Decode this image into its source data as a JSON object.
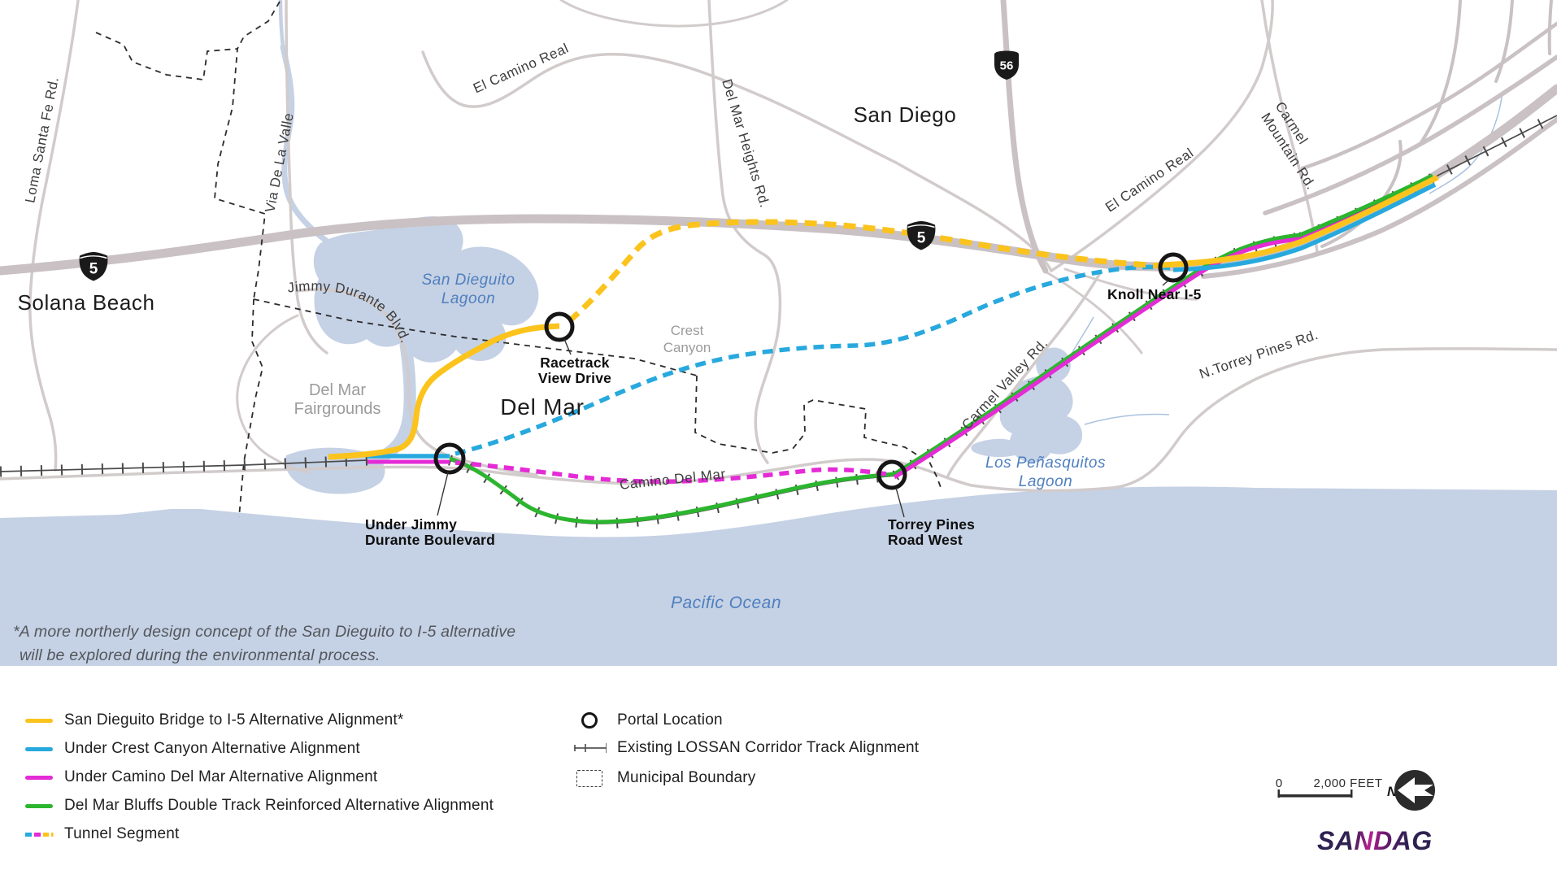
{
  "map": {
    "cities": {
      "solana_beach": "Solana Beach",
      "san_diego": "San Diego",
      "del_mar": "Del Mar"
    },
    "places": {
      "fairgrounds_line1": "Del Mar",
      "fairgrounds_line2": "Fairgrounds",
      "crest_canyon_line1": "Crest",
      "crest_canyon_line2": "Canyon"
    },
    "water": {
      "san_dieguito_line1": "San Dieguito",
      "san_dieguito_line2": "Lagoon",
      "penasquitos_line1": "Los Peñasquitos",
      "penasquitos_line2": "Lagoon",
      "pacific_ocean": "Pacific Ocean"
    },
    "roads": {
      "loma_santa_fe": "Loma Santa Fe Rd.",
      "via_de_la_valle": "Via De La Valle",
      "el_camino_real_west": "El Camino Real",
      "del_mar_heights": "Del Mar Heights Rd.",
      "jimmy_durante": "Jimmy Durante Blvd.",
      "camino_del_mar": "Camino Del Mar",
      "carmel_valley": "Carmel Valley Rd.",
      "n_torrey_pines": "N.Torrey Pines Rd.",
      "carmel_mountain_line1": "Carmel",
      "carmel_mountain_line2": "Mountain Rd.",
      "el_camino_real_east": "El Camino Real"
    },
    "shields": {
      "interstate_5": "5",
      "state_56": "56"
    },
    "portals": {
      "racetrack_line1": "Racetrack",
      "racetrack_line2": "View Drive",
      "jimmy_line1": "Under Jimmy",
      "jimmy_line2": "Durante Boulevard",
      "torrey_line1": "Torrey Pines",
      "torrey_line2": "Road West",
      "knoll": "Knoll Near I-5"
    },
    "footnote_line1": "*A more northerly design concept of the San Dieguito to I-5 alternative",
    "footnote_line2": "will be explored during the environmental process."
  },
  "legend": {
    "routes": [
      {
        "label": "San Dieguito Bridge to I-5 Alternative Alignment*",
        "color": "#FBC31C"
      },
      {
        "label": "Under Crest Canyon Alternative Alignment",
        "color": "#28A9DE"
      },
      {
        "label": "Under Camino Del Mar Alternative Alignment",
        "color": "#E42BD6"
      },
      {
        "label": "Del Mar Bluffs Double Track Reinforced Alternative Alignment",
        "color": "#2CB52F"
      },
      {
        "label": "Tunnel Segment",
        "color": "multi"
      }
    ],
    "symbols": {
      "portal": "Portal Location",
      "lossan": "Existing LOSSAN Corridor Track Alignment",
      "municipal": "Municipal Boundary"
    }
  },
  "scalebar": {
    "zero": "0",
    "distance": "2,000 FEET",
    "north": "N"
  },
  "logo": "SANDAG",
  "colors": {
    "water": "#C5D1E4",
    "road": "#D2CBCB",
    "freeway": "#C9C1C3",
    "track": "#4A4A4A",
    "boundary": "#2B2B2B",
    "water_label": "#4E7FBF",
    "gray_label": "#9B9B9B"
  }
}
